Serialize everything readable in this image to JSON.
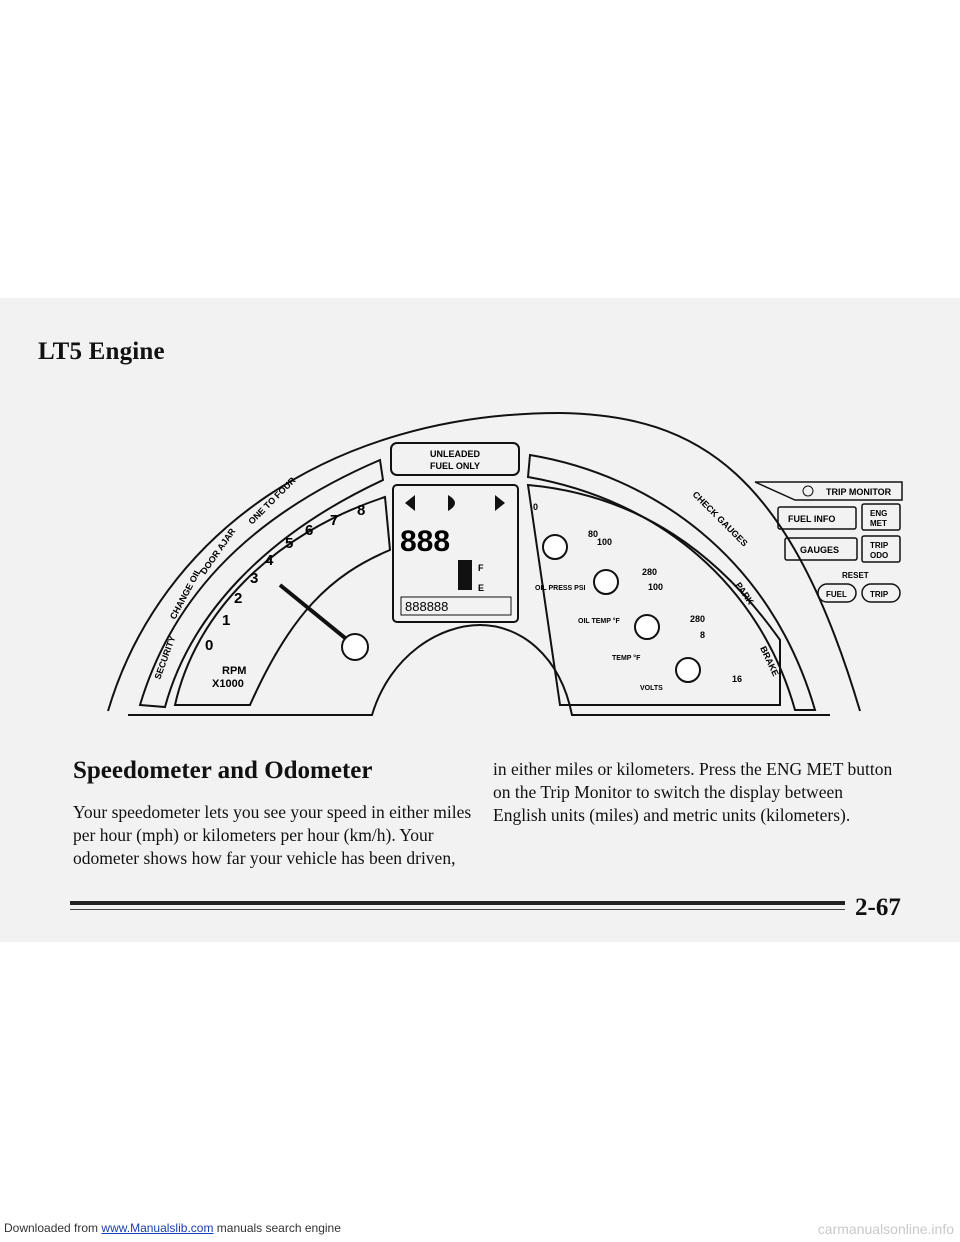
{
  "page": {
    "section_title": "LT5 Engine",
    "subheading": "Speedometer and Odometer",
    "paragraph_left": "Your speedometer lets you see your speed in either miles per hour (mph) or kilometers per hour (km/h). Your odometer shows how far your vehicle has been driven,",
    "paragraph_right": "in either miles or kilometers. Press the ENG MET button on the Trip Monitor to switch the display between English units (miles) and metric units (kilometers).",
    "page_number": "2-67"
  },
  "diagram": {
    "unleaded": [
      "UNLEADED",
      "FUEL ONLY"
    ],
    "tach_numbers": [
      "0",
      "1",
      "2",
      "3",
      "4",
      "5",
      "6",
      "7",
      "8"
    ],
    "rpm_label": "RPM",
    "rpm_unit": "X1000",
    "digital_speed": "888",
    "digital_odometer": "888888",
    "fuel_full": "F",
    "fuel_empty": "E",
    "warning_labels": {
      "one_to_four": "ONE TO FOUR",
      "door_ajar": "DOOR AJAR",
      "change_oil": "CHANGE OIL",
      "security": "SECURITY",
      "check_gauges": "CHECK GAUGES",
      "park": "PARK",
      "brake": "BRAKE"
    },
    "gauges": {
      "oil_press_label": "OIL PRESS PSI",
      "oil_press_ticks": [
        "0",
        "80"
      ],
      "oil_temp_label": "OIL TEMP °F",
      "oil_temp_ticks": [
        "100",
        "280"
      ],
      "coolant_label": "TEMP °F",
      "coolant_ticks": [
        "100",
        "280"
      ],
      "volts_label": "VOLTS",
      "volts_ticks": [
        "8",
        "16"
      ]
    },
    "trip_monitor": {
      "title": "TRIP MONITOR",
      "fuel_info": "FUEL INFO",
      "eng_met": [
        "ENG",
        "MET"
      ],
      "gauges": "GAUGES",
      "trip_odo": [
        "TRIP",
        "ODO"
      ],
      "reset": "RESET",
      "fuel": "FUEL",
      "trip": "TRIP"
    }
  },
  "footer": {
    "prefix": "Downloaded from",
    "link": "www.Manualslib.com",
    "suffix": "manuals search engine",
    "watermark": "carmanualsonline.info"
  }
}
